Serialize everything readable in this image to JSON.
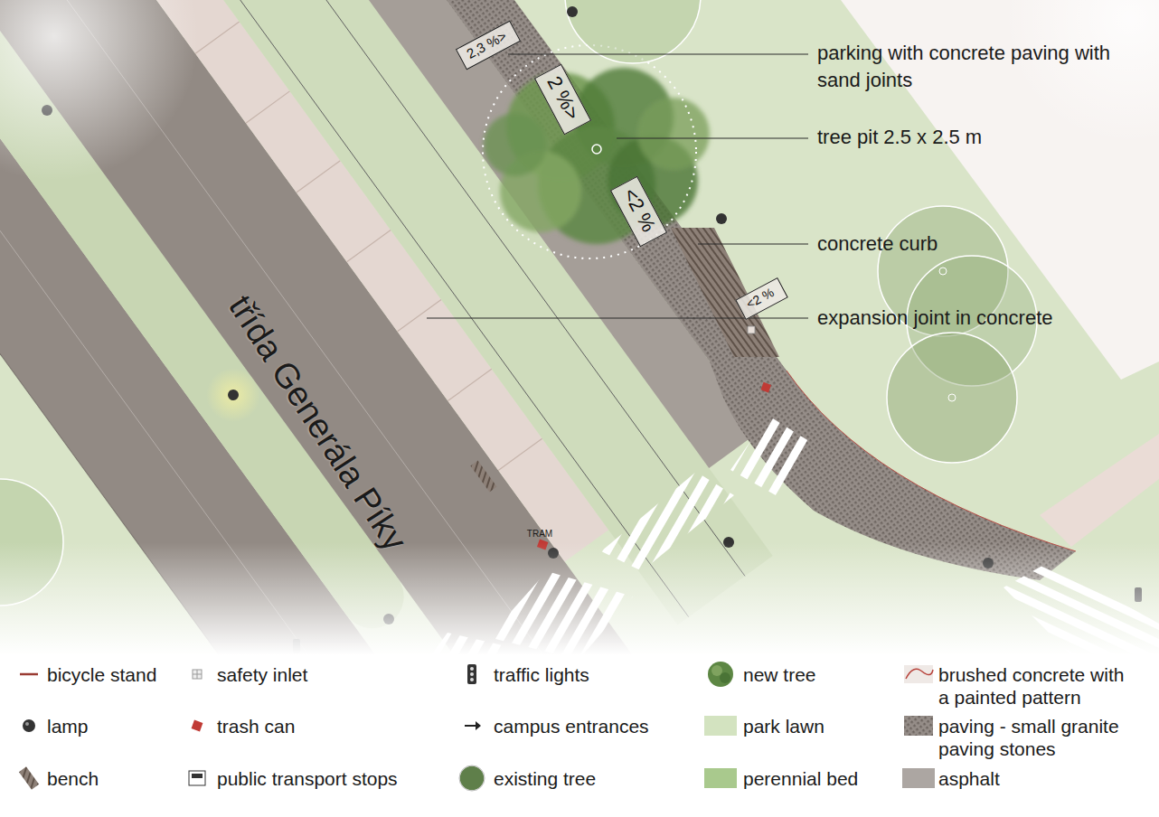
{
  "diagram": {
    "nodes": [
      {
        "text": [
          "2,3 %>"
        ]
      },
      {
        "text": [
          "2 %>"
        ]
      },
      {
        "text": [
          "<2 %"
        ]
      },
      {
        "text": [
          "<2 %"
        ]
      }
    ],
    "labels": [
      "parking with concrete paving with sand joints",
      "tree pit 2.5 x 2.5 m",
      "concrete curb",
      "expansion joint in concrete",
      "třída Generála Píky",
      "TRAM"
    ],
    "legend": [
      {
        "text": "bicycle stand"
      },
      {
        "text": "safety inlet"
      },
      {
        "text": "traffic lights"
      },
      {
        "text": "new tree"
      },
      {
        "text": "brushed concrete with a painted pattern"
      },
      {
        "text": "lamp"
      },
      {
        "text": "trash can"
      },
      {
        "text": "campus entrances"
      },
      {
        "text": "park lawn",
        "color": "#d3e3c0"
      },
      {
        "text": "paving - small granite paving stones"
      },
      {
        "text": "bench"
      },
      {
        "text": "public transport stops"
      },
      {
        "text": "existing tree"
      },
      {
        "text": "perennial bed",
        "color": "#a9c98d"
      },
      {
        "text": "asphalt",
        "color": "#aca6a2"
      }
    ]
  }
}
